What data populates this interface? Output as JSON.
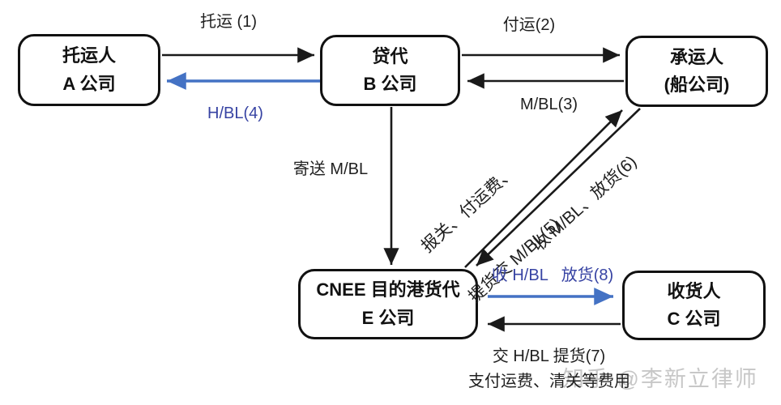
{
  "nodes": {
    "shipper": {
      "line1": "托运人",
      "line2": "A 公司"
    },
    "forwarder": {
      "line1": "贷代",
      "line2": "B 公司"
    },
    "carrier": {
      "line1": "承运人",
      "line2": "(船公司)"
    },
    "dest_agent": {
      "line1": "CNEE 目的港货代",
      "line2": "E 公司"
    },
    "consignee": {
      "line1": "收货人",
      "line2": "C 公司"
    }
  },
  "edges": {
    "consign_1": "托运 (1)",
    "pay_carriage_2": "付运(2)",
    "mbl_3": "M/BL(3)",
    "hbl_4": "H/BL(4)",
    "send_mbl": "寄送 M/BL",
    "customs_5_line1": "报关、付运费、",
    "customs_5_line2": "提货交 M/BL(5)",
    "release_6": "收 M/BL、放货(6)",
    "release_8": "收 H/BL   放货(8)",
    "deliver_7": "交 H/BL 提货(7)",
    "pay_fees_7": "支付运费、清关等费用"
  },
  "watermark": "知乎 @李新立律师",
  "colors": {
    "black_arrow": "#1a1a1a",
    "blue_arrow": "#4472c4",
    "blue_text": "#3743a3",
    "watermark": "#c7c7c7",
    "box_border": "#111111",
    "background": "#ffffff"
  }
}
